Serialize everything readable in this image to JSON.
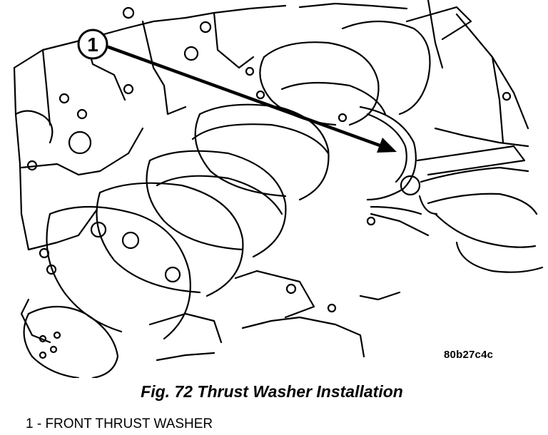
{
  "callout": {
    "number": "1"
  },
  "figure": {
    "code": "80b27c4c",
    "caption": "Fig. 72 Thrust Washer Installation"
  },
  "legend": {
    "items": [
      {
        "text": "1 - FRONT THRUST WASHER"
      }
    ]
  },
  "colors": {
    "ink": "#000000",
    "paper": "#ffffff"
  }
}
